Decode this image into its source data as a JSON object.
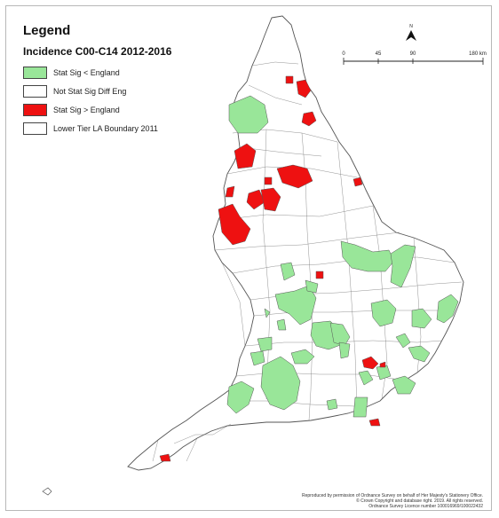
{
  "legend": {
    "title": "Legend",
    "subtitle": "Incidence C00-C14 2012-2016",
    "items": [
      {
        "label": "Stat Sig < England",
        "color": "#99e699"
      },
      {
        "label": "Not Stat Sig Diff Eng",
        "color": "#ffffff"
      },
      {
        "label": "Stat Sig > England",
        "color": "#ee1111"
      },
      {
        "label": "Lower Tier LA Boundary 2011",
        "color": "#ffffff"
      }
    ]
  },
  "north_arrow": {
    "label": "N"
  },
  "scale_bar": {
    "ticks": [
      "0",
      "45",
      "90",
      "180 km"
    ]
  },
  "credits": {
    "line1": "Reproduced by permission of Ordnance Survey on behalf of Her Majesty's Stationery Office.",
    "line2": "© Crown Copyright and database right. 2019. All rights reserved.",
    "line3": "Ordnance Survey Licence number 100016969/100022432"
  },
  "colors": {
    "lower": "#99e699",
    "higher": "#ee1111",
    "neutral": "#ffffff",
    "boundary": "#555555"
  },
  "icons": {
    "north": "north-arrow-icon",
    "islands": "isles-of-scilly-outline"
  }
}
